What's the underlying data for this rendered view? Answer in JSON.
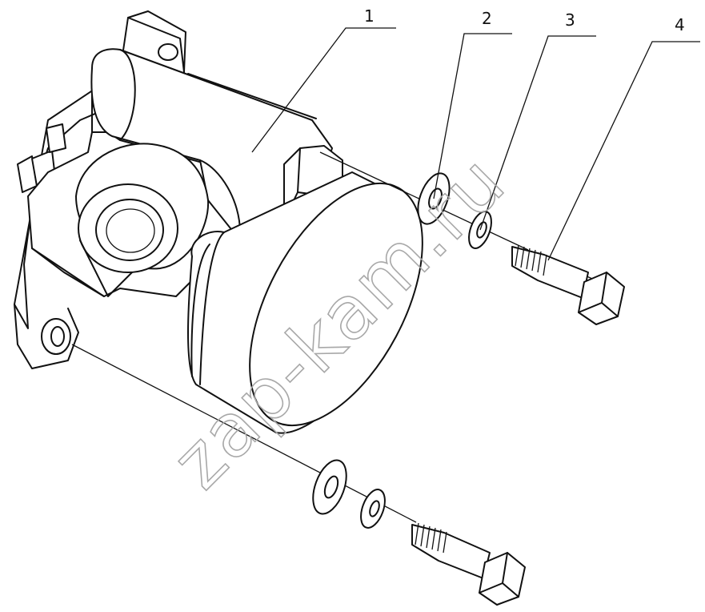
{
  "callouts": [
    {
      "id": "1",
      "label": "1"
    },
    {
      "id": "2",
      "label": "2"
    },
    {
      "id": "3",
      "label": "3"
    },
    {
      "id": "4",
      "label": "4"
    }
  ],
  "watermark": "zap-kam.ru",
  "colors": {
    "line": "#111111",
    "watermark": "#a8a8a8",
    "background": "#ffffff"
  }
}
